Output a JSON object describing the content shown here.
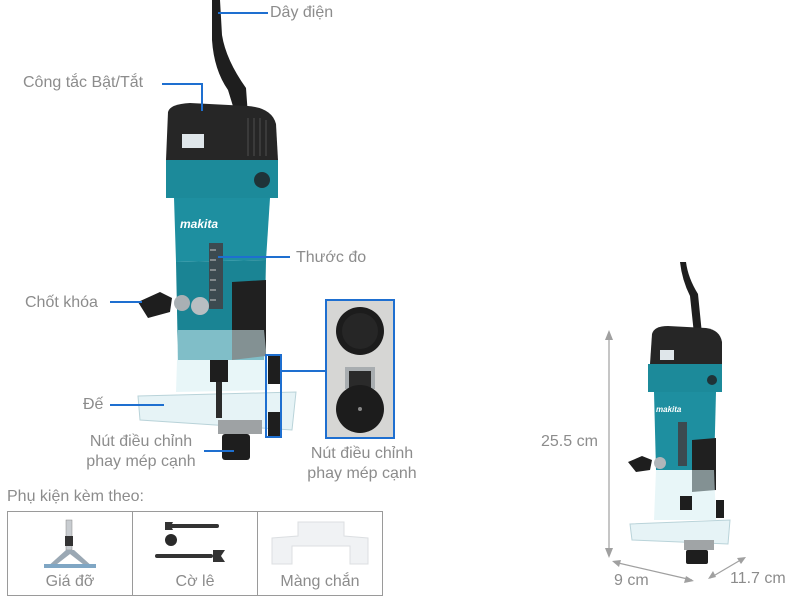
{
  "product": {
    "brand": "makita",
    "colors": {
      "body": "#1c8a9a",
      "black": "#1e1e1e",
      "annotation_line": "#1e6fd0",
      "label_text": "#8c8c8c"
    }
  },
  "callouts": {
    "power_cord": "Dây điện",
    "switch": "Công tắc Bật/Tắt",
    "scale": "Thước đo",
    "lock_pin": "Chốt khóa",
    "base": "Đế",
    "adjust_knob_line1": "Nút điều chỉnh",
    "adjust_knob_line2": "phay mép cạnh",
    "detail_knob_line1": "Nút điều chỉnh",
    "detail_knob_line2": "phay mép cạnh"
  },
  "accessories": {
    "title": "Phụ kiện kèm theo:",
    "items": [
      {
        "label": "Giá đỡ",
        "icon": "stand-guide-icon"
      },
      {
        "label": "Cờ lê",
        "icon": "wrench-icon"
      },
      {
        "label": "Màng chắn",
        "icon": "shield-guard-icon"
      }
    ]
  },
  "dimensions": {
    "height": "25.5 cm",
    "width": "9 cm",
    "depth": "11.7 cm"
  }
}
